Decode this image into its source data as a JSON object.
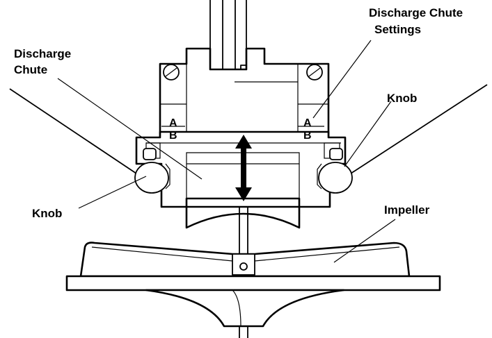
{
  "labels": {
    "discharge_chute_settings_line1": "Discharge Chute",
    "discharge_chute_settings_line2": "Settings",
    "discharge_chute_line1": "Discharge",
    "discharge_chute_line2": "Chute",
    "knob_right": "Knob",
    "knob_left": "Knob",
    "impeller": "Impeller",
    "setting_a_left": "A",
    "setting_b_left": "B",
    "setting_a_right": "A",
    "setting_b_right": "B"
  }
}
